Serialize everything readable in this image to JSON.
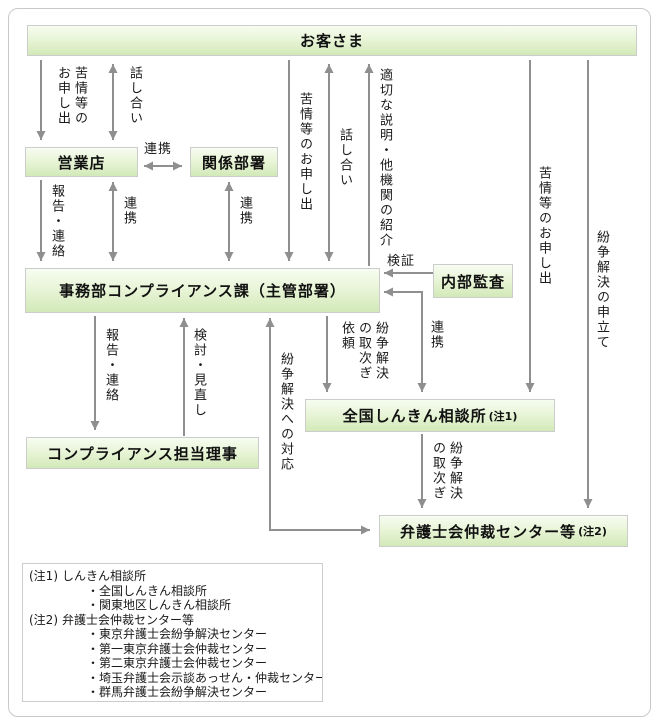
{
  "boxes": {
    "customer": "お客さま",
    "branch": "営業店",
    "related_dept": "関係部署",
    "compliance": "事務部コンプライアンス課（主管部署）",
    "internal_audit": "内部監査",
    "compliance_director": "コンプライアンス担当理事",
    "shinkin_center": {
      "label": "全国しんきん相談所",
      "note_ref": "(注1)"
    },
    "bar_center": {
      "label": "弁護士会仲裁センター等",
      "note_ref": "(注2)"
    }
  },
  "arrow_labels": {
    "complaint_customer_branch": "苦情等のお申し出",
    "talk_branch": "話し合い",
    "renkei_branch_related": "連携",
    "report_branch_compliance": "報告・連絡",
    "renkei_branch_compliance": "連携",
    "renkei_related_compliance": "連携",
    "complaint_customer_compliance": "苦情等のお申し出",
    "talk_compliance": "話し合い",
    "explain_refer": "適切な説明・他機関の紹介",
    "kensho": "検証",
    "renkei_compliance_shinkin": "連携",
    "toritsugi_irai": "紛争解決の取次ぎ依頼",
    "report_compliance_director": "報告・連絡",
    "kento_minaoshi": "検討・見直し",
    "dispute_response": "紛争解決への対応",
    "complaint_customer_shinkin": "苦情等のお申し出",
    "dispute_filing": "紛争解決の申立て",
    "dispute_toritsugi": "紛争解決の取次ぎ"
  },
  "notes": [
    {
      "label": "(注1)",
      "title": "しんきん相談所",
      "items": [
        "・全国しんきん相談所",
        "・関東地区しんきん相談所"
      ]
    },
    {
      "label": "(注2)",
      "title": "弁護士会仲裁センター等",
      "items": [
        "・東京弁護士会紛争解決センター",
        "・第一東京弁護士会仲裁センター",
        "・第二東京弁護士会仲裁センター",
        "・埼玉弁護士会示談あっせん・仲裁センター",
        "・群馬弁護士会紛争解決センター"
      ]
    }
  ],
  "colors": {
    "box_gradient_top": "#f7fcf1",
    "box_gradient_bottom": "#d2e9b8",
    "box_border": "#cccccc",
    "arrow": "#8f8f8f",
    "outer_border": "#c9c9c9"
  }
}
